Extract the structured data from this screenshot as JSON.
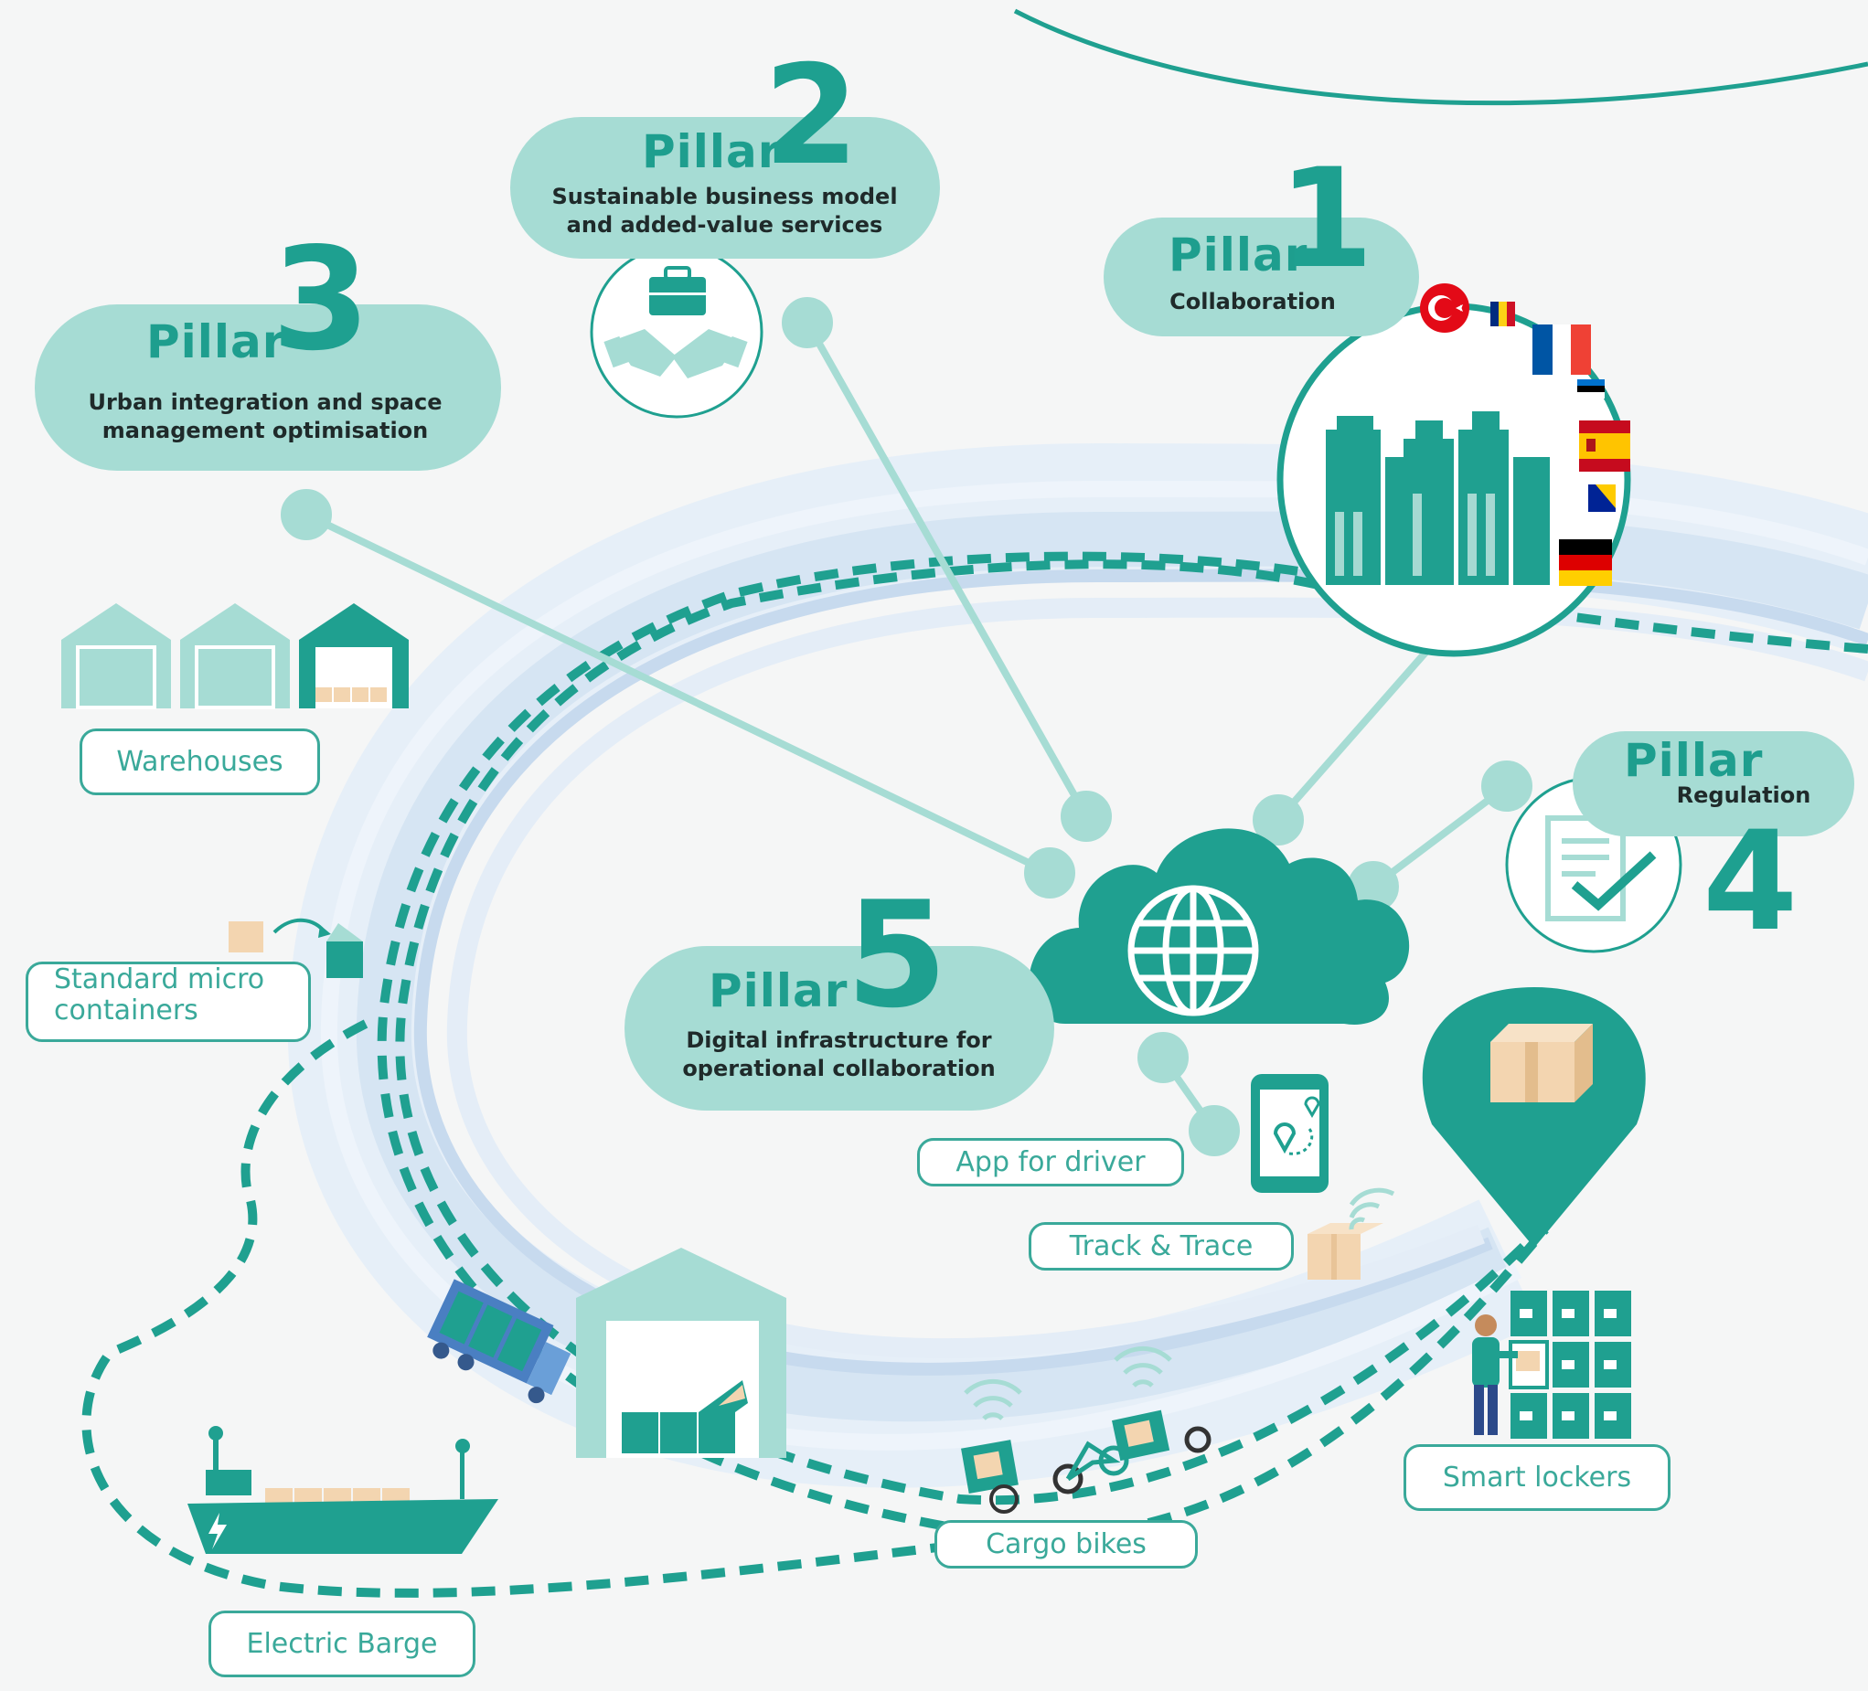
{
  "pillars": [
    {
      "word": "Pillar",
      "number": "1",
      "description": "Collaboration"
    },
    {
      "word": "Pillar",
      "number": "2",
      "description_lines": [
        "Sustainable business model",
        "and added-value services"
      ]
    },
    {
      "word": "Pillar",
      "number": "3",
      "description_lines": [
        "Urban integration and space",
        "management optimisation"
      ]
    },
    {
      "word": "Pillar",
      "number": "4",
      "description": "Regulation"
    },
    {
      "word": "Pillar",
      "number": "5",
      "description_lines": [
        "Digital infrastructure for",
        "operational collaboration"
      ]
    }
  ],
  "tags": {
    "warehouses": "Warehouses",
    "micro_containers_lines": [
      "Standard micro",
      "containers"
    ],
    "app_for_driver": "App for driver",
    "track_trace": "Track & Trace",
    "smart_lockers": "Smart lockers",
    "cargo_bikes": "Cargo bikes",
    "electric_barge": "Electric Barge"
  },
  "colors": {
    "teal": "#1fa090",
    "teal_light": "#a6dcd4",
    "road": "#dbe7f3",
    "box": "#f3d5b0"
  },
  "flags": [
    "turkey",
    "romania",
    "france",
    "estonia",
    "spain",
    "bosnia",
    "germany"
  ],
  "icons": [
    "briefcase-icon",
    "handshake-icon",
    "globe-icon",
    "document-check-icon",
    "skyline-icon",
    "smartphone-map-icon",
    "parcel-icon",
    "wifi-icon",
    "truck-icon",
    "barge-icon",
    "cargo-bike-icon",
    "locker-icon",
    "person-icon",
    "warehouse-icon"
  ]
}
